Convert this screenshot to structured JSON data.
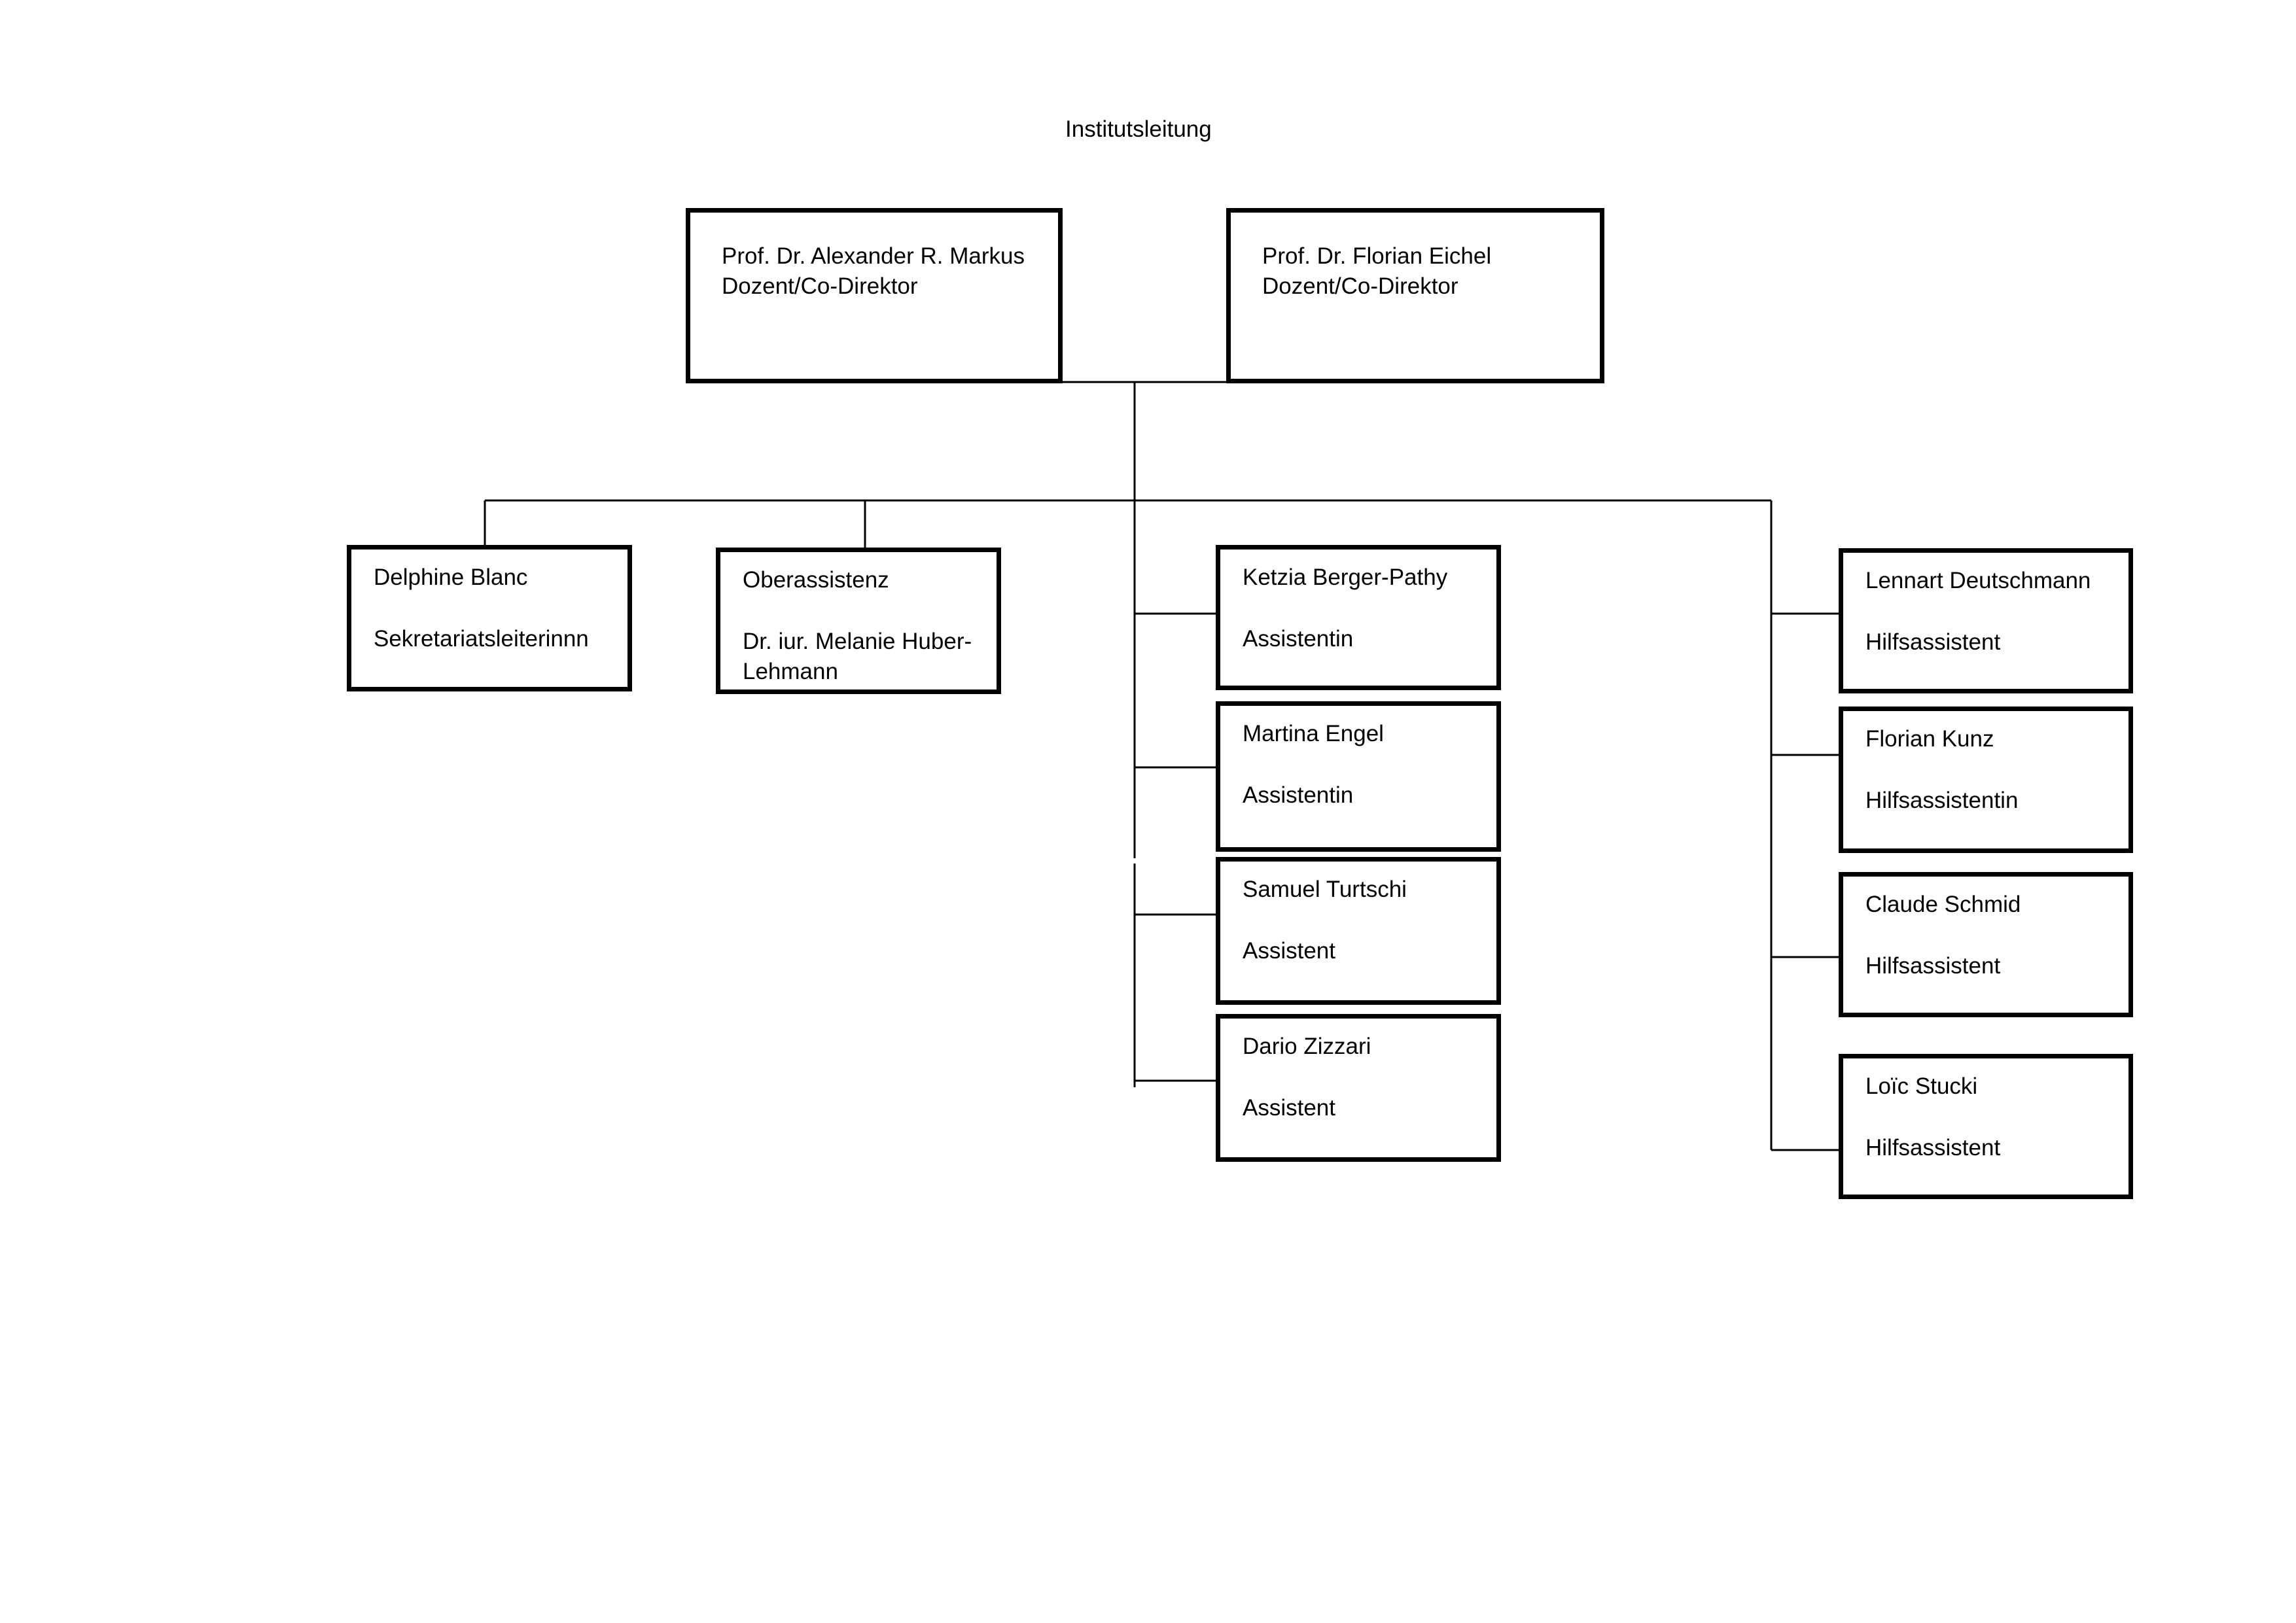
{
  "title": "Institutsleitung",
  "leadership": [
    {
      "name": "Prof. Dr. Alexander R. Markus",
      "role": "Dozent/Co-Direktor"
    },
    {
      "name": "Prof. Dr. Florian Eichel",
      "role": "Dozent/Co-Direktor"
    }
  ],
  "secretariat": {
    "name": "Delphine Blanc",
    "role": "Sekretariatsleiterinnn"
  },
  "senior_assistant": {
    "heading": "Oberassistenz",
    "name_line1": "Dr. iur. Melanie Huber-",
    "name_line2": "Lehmann"
  },
  "assistants": [
    {
      "name": "Ketzia Berger-Pathy",
      "role": "Assistentin"
    },
    {
      "name": "Martina Engel",
      "role": "Assistentin"
    },
    {
      "name": "Samuel Turtschi",
      "role": "Assistent"
    },
    {
      "name": "Dario Zizzari",
      "role": "Assistent"
    }
  ],
  "auxiliary_assistants": [
    {
      "name": "Lennart Deutschmann",
      "role": "Hilfsassistent"
    },
    {
      "name": "Florian Kunz",
      "role": "Hilfsassistentin"
    },
    {
      "name": "Claude Schmid",
      "role": "Hilfsassistent"
    },
    {
      "name": "Loïc Stucki",
      "role": "Hilfsassistent"
    }
  ]
}
